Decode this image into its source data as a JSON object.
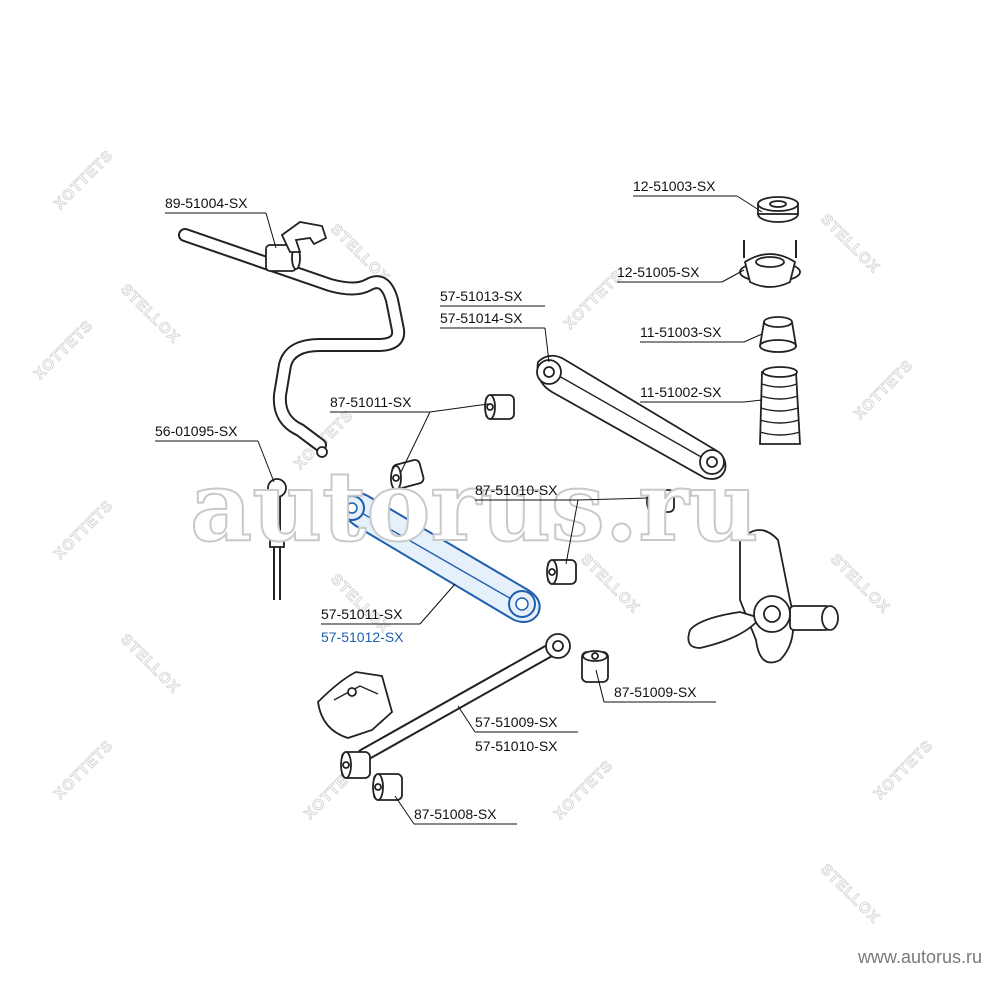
{
  "watermark": {
    "brand_a": "STELLOX",
    "brand_b": "XOTTETS",
    "overlay": "autorus.ru",
    "footer": "www.autorus.ru"
  },
  "labels": {
    "p_89_51004": "89-51004-SX",
    "p_56_01095": "56-01095-SX",
    "p_87_51011": "87-51011-SX",
    "p_57_51013": "57-51013-SX",
    "p_57_51014": "57-51014-SX",
    "p_12_51003": "12-51003-SX",
    "p_12_51005": "12-51005-SX",
    "p_11_51003": "11-51003-SX",
    "p_11_51002": "11-51002-SX",
    "p_87_51010": "87-51010-SX",
    "p_57_51011": "57-51011-SX",
    "p_57_51012": "57-51012-SX",
    "p_87_51009": "87-51009-SX",
    "p_57_51009": "57-51009-SX",
    "p_57_51010": "57-51010-SX",
    "p_87_51008": "87-51008-SX"
  },
  "colors": {
    "highlight": "#1f5fb0",
    "ink": "#111111",
    "watermark": "#d8d8d8"
  }
}
